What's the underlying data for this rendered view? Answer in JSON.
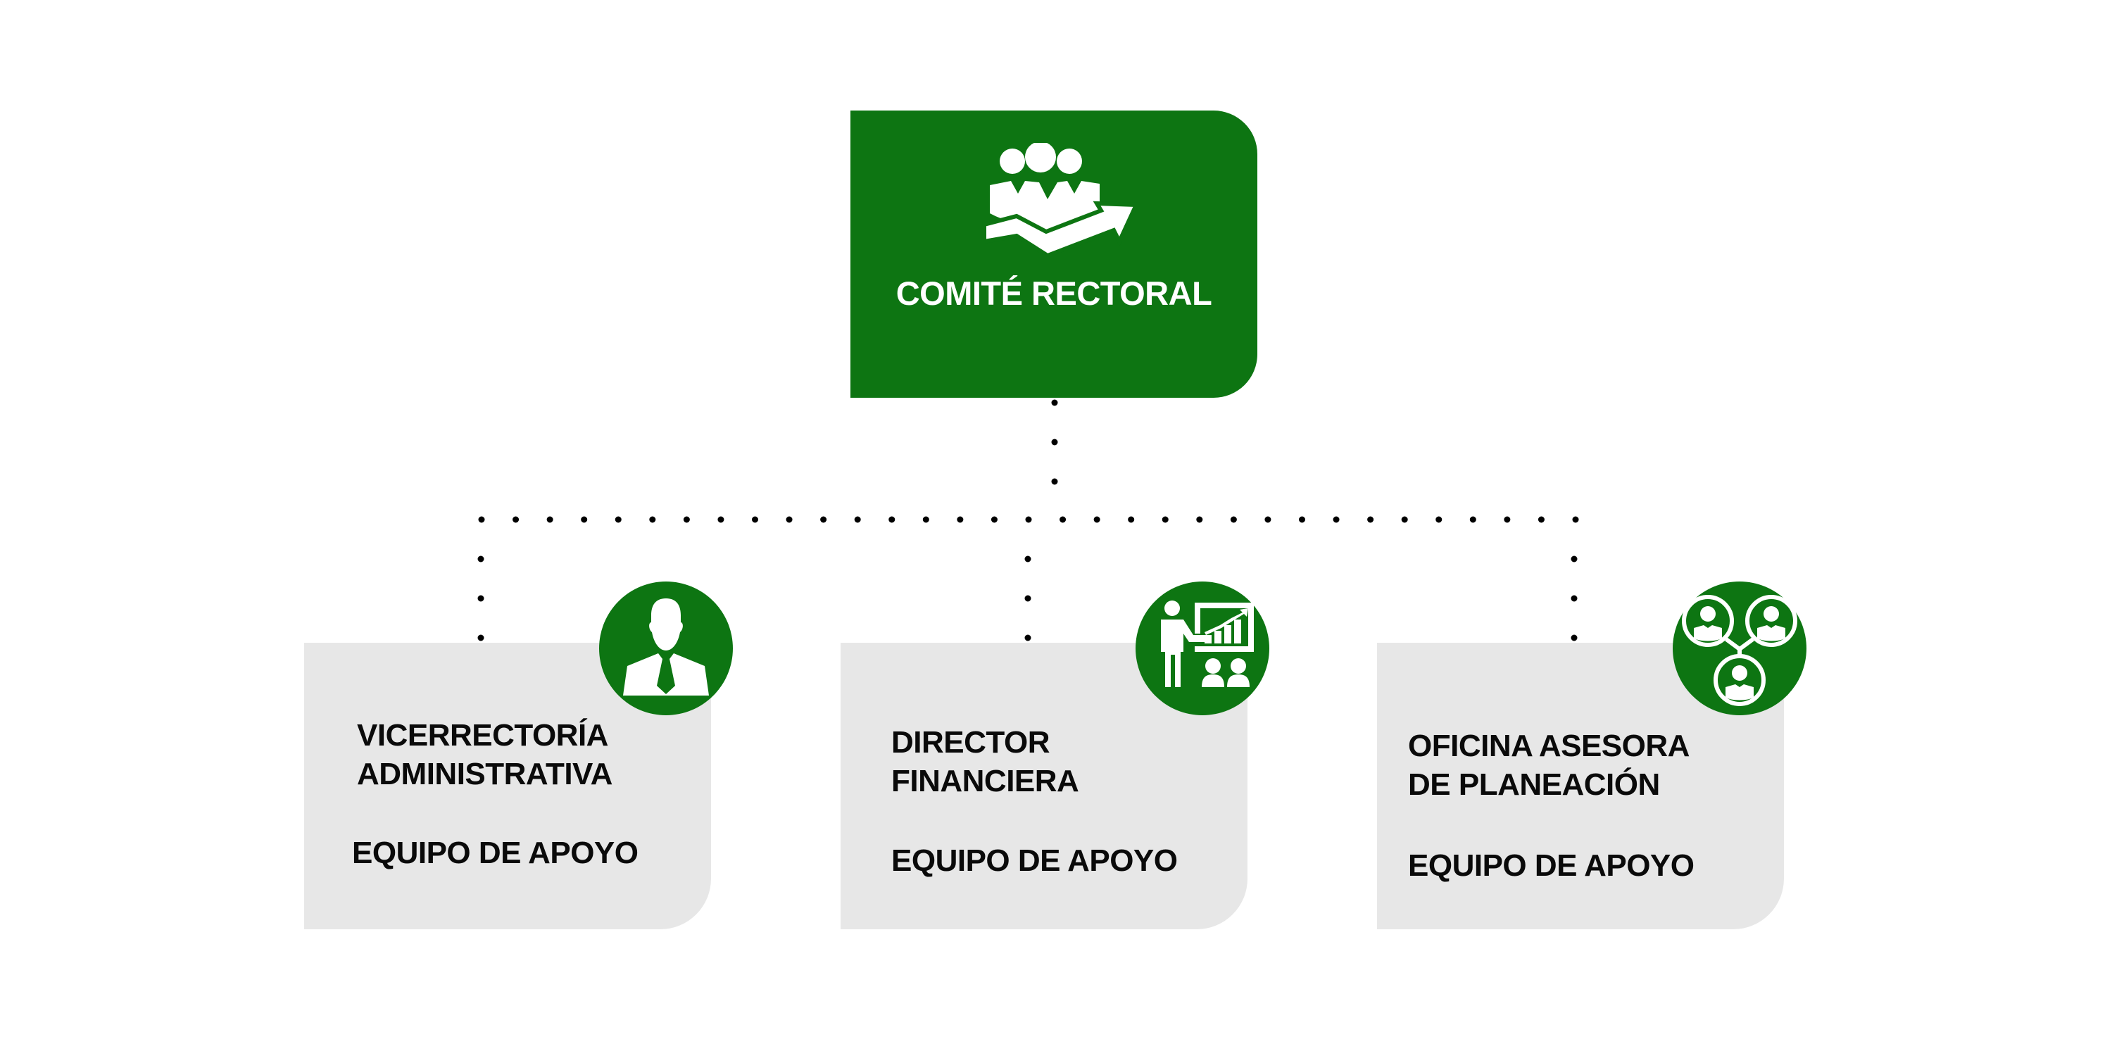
{
  "diagram": {
    "type": "org-chart",
    "colors": {
      "primary_green": "#0d7512",
      "card_gray": "#e7e7e7",
      "text_dark": "#0a0a0a",
      "text_light": "#ffffff",
      "connector": "#000000"
    },
    "root": {
      "title": "COMITÉ RECTORAL",
      "icon": "team-growth-icon"
    },
    "children": [
      {
        "name_lines": [
          "VICERRECTORÍA",
          "ADMINISTRATIVA"
        ],
        "team": "EQUIPO DE APOYO",
        "icon": "businessman-icon"
      },
      {
        "name_lines": [
          "DIRECTOR",
          "FINANCIERA"
        ],
        "team": "EQUIPO DE APOYO",
        "icon": "presentation-icon"
      },
      {
        "name_lines": [
          "OFICINA ASESORA",
          "DE PLANEACIÓN"
        ],
        "team": "EQUIPO DE APOYO",
        "icon": "people-network-icon"
      }
    ],
    "connectors": {
      "style": "dotted",
      "from": "root",
      "to": [
        "children.0",
        "children.1",
        "children.2"
      ]
    }
  }
}
